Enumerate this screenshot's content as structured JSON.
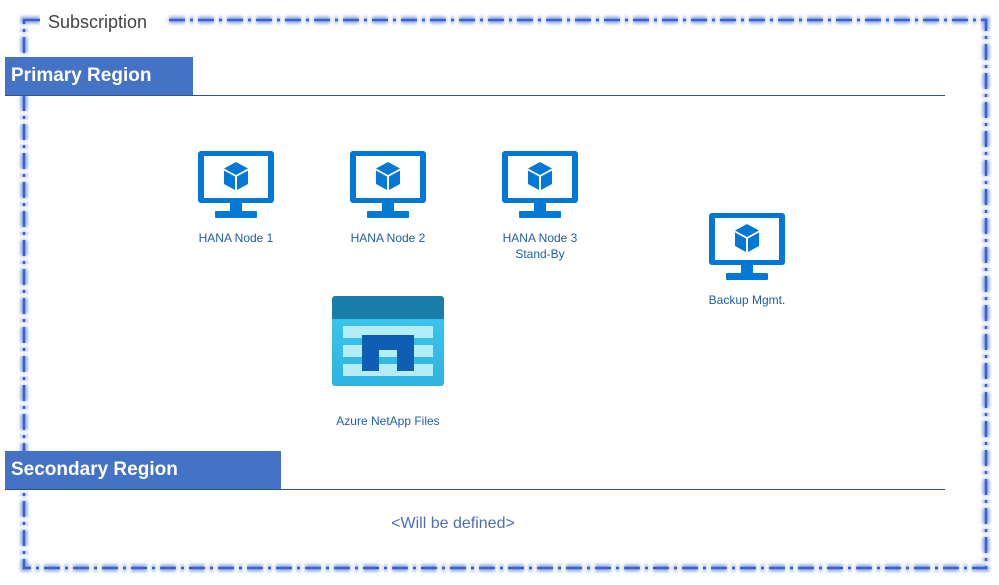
{
  "subscription": {
    "title": "Subscription"
  },
  "primary_region": {
    "title": "Primary Region",
    "nodes": [
      {
        "label": "HANA Node 1",
        "icon": "virtual-machine-icon"
      },
      {
        "label": "HANA Node 2",
        "icon": "virtual-machine-icon"
      },
      {
        "label_line1": "HANA Node 3",
        "label_line2": "Stand-By",
        "icon": "virtual-machine-icon"
      },
      {
        "label": "Backup Mgmt.",
        "icon": "virtual-machine-icon"
      }
    ],
    "storage": {
      "label": "Azure NetApp Files",
      "icon": "azure-netapp-files-icon"
    }
  },
  "secondary_region": {
    "title": "Secondary Region",
    "placeholder": "<Will be defined>"
  },
  "colors": {
    "banner": "#4472c4",
    "border": "#4472c4",
    "vm_icon": "#0078d4",
    "label_text": "#1f5fa6"
  }
}
